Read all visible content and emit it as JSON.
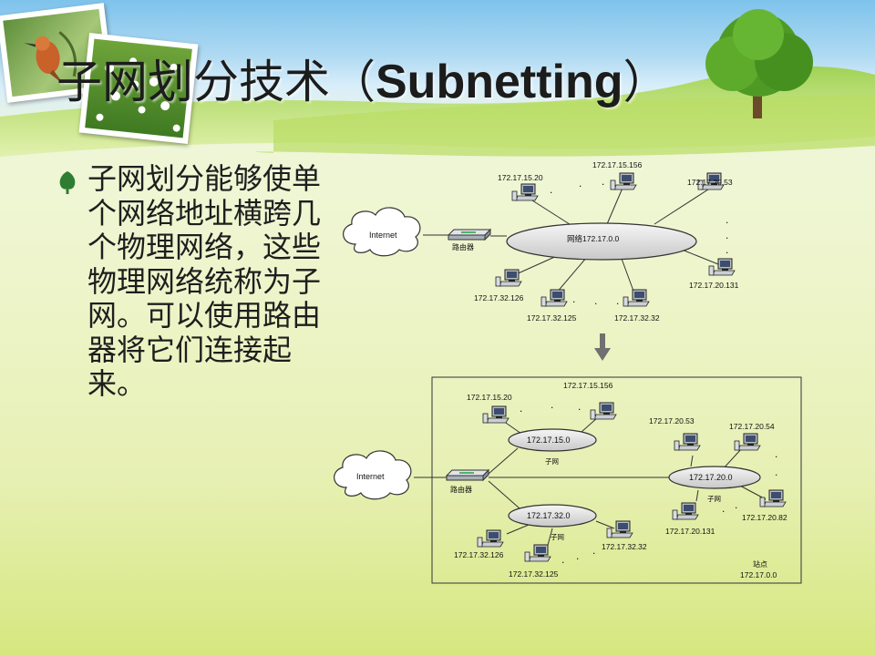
{
  "slide": {
    "title_cn": "子网划分技术（",
    "title_en": "Subnetting",
    "title_close": "）",
    "bullet_text": "子网划分能够使单个网络地址横跨几个物理网络，这些物理网络统称为子网。可以使用路由器将它们连接起来。"
  },
  "top_diagram": {
    "internet_label": "Internet",
    "router_label": "路由器",
    "network_prefix": "网络",
    "network_address": "172.17.0.0",
    "hosts": [
      "172.17.15.20",
      "172.17.15.156",
      "172.17.20.53",
      "172.17.20.131",
      "172.17.32.126",
      "172.17.32.125",
      "172.17.32.32"
    ]
  },
  "bottom_diagram": {
    "internet_label": "Internet",
    "router_label": "路由器",
    "subnet_15": "172.17.15.0",
    "subnet_20": "172.17.20.0",
    "subnet_32": "172.17.32.0",
    "subnet_word": "子网",
    "hosts_15": [
      "172.17.15.20",
      "172.17.15.156"
    ],
    "hosts_20": [
      "172.17.20.53",
      "172.17.20.54",
      "172.17.20.131",
      "172.17.20.82"
    ],
    "hosts_32": [
      "172.17.32.126",
      "172.17.32.125",
      "172.17.32.32"
    ],
    "site_label": "站点",
    "site_address": "172.17.0.0"
  },
  "colors": {
    "sky": "#7ec3ec",
    "grass": "#7fbf2a",
    "ellipse_fill": "#e4e4e4",
    "text": "#1e1e1e",
    "bullet": "#2e7d32"
  }
}
